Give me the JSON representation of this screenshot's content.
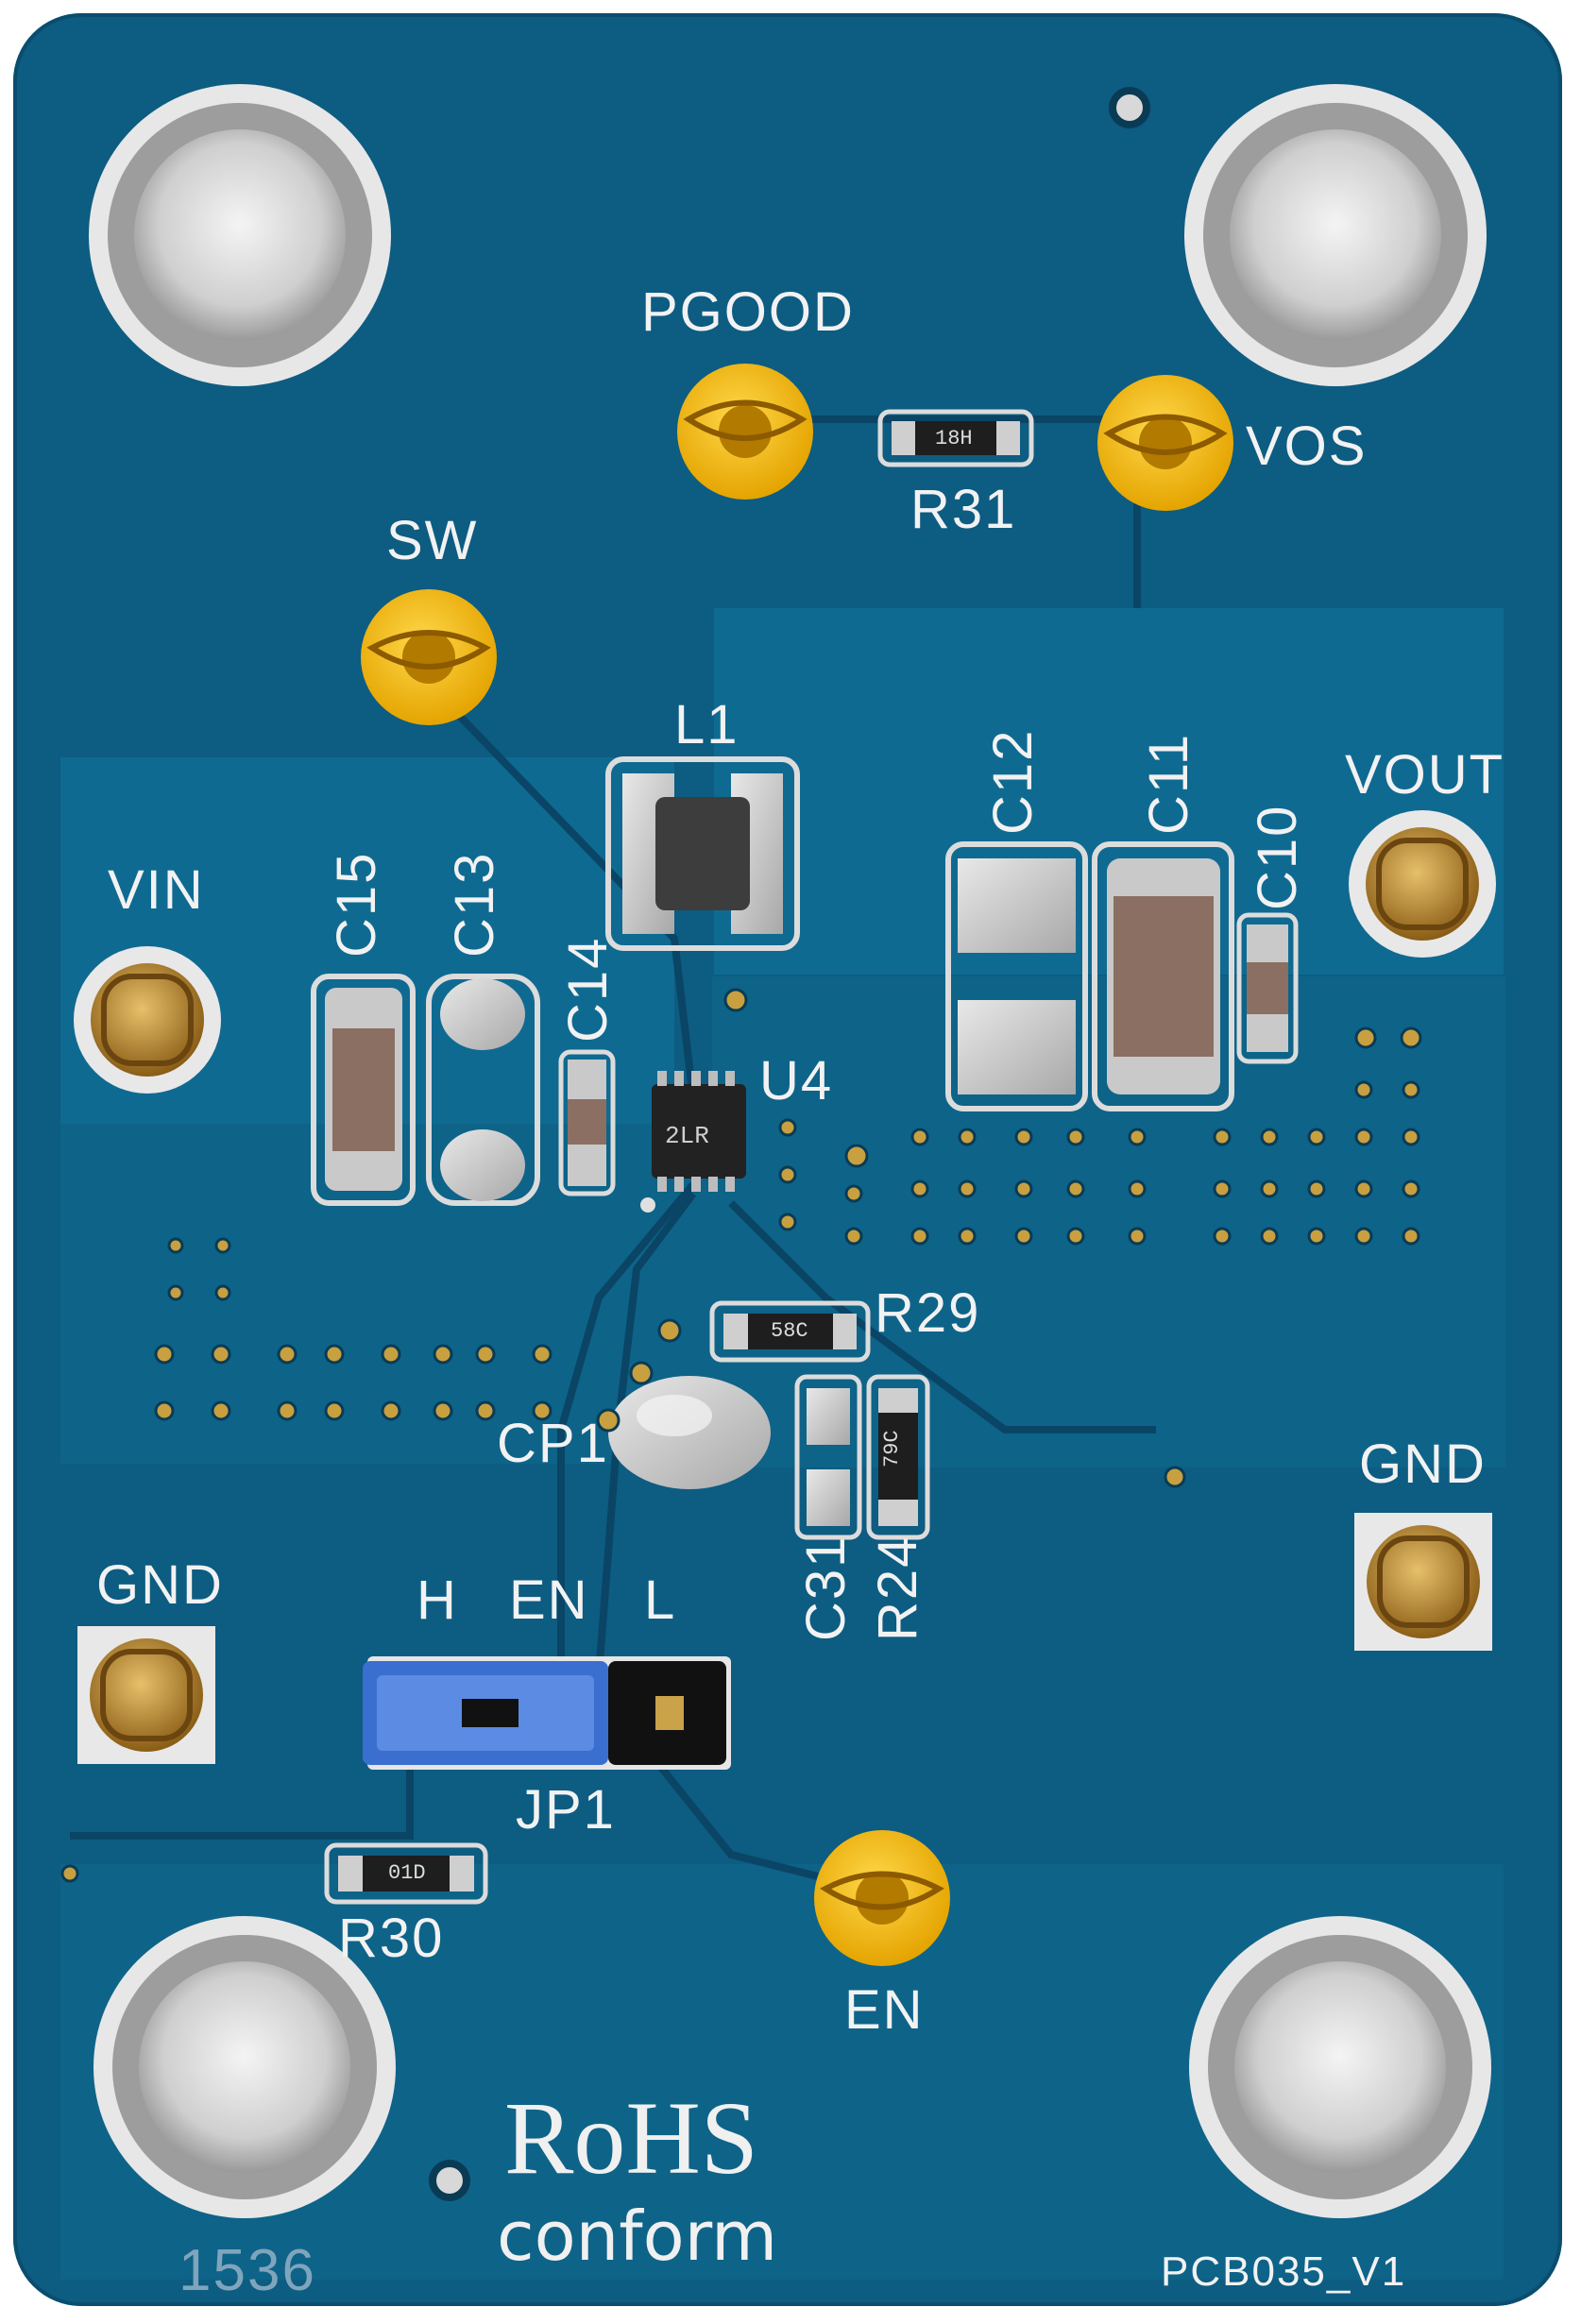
{
  "board": {
    "colors": {
      "pcb": "#0d5c82",
      "copper_pour": "#0f6a92",
      "silkscreen": "#f2f2f2",
      "pad_silver": "#c8c8c8",
      "test_point_yellow": "#f2b800",
      "connector_gold": "#b8862b",
      "jumper_blue": "#3a6fd0",
      "jumper_black": "#111111"
    },
    "labels": {
      "pgood": "PGOOD",
      "vos": "VOS",
      "r31": "R31",
      "r31_mark": "18H",
      "sw": "SW",
      "l1": "L1",
      "c12": "C12",
      "c11": "C11",
      "c10": "C10",
      "vout": "VOUT",
      "vin": "VIN",
      "c15": "C15",
      "c13": "C13",
      "c14": "C14",
      "u4": "U4",
      "u4_mark": "2LR",
      "r29": "R29",
      "r29_mark": "58C",
      "cp1": "CP1",
      "c31": "C31",
      "r24": "R24",
      "r24_mark": "79C",
      "gnd_right": "GND",
      "gnd_left": "GND",
      "h": "H",
      "en_jumper": "EN",
      "l": "L",
      "jp1": "JP1",
      "r30": "R30",
      "r30_mark": "01D",
      "en": "EN",
      "rohs": "RoHS",
      "conform": "conform",
      "lot": "1536",
      "pcb_version": "PCB035_V1"
    }
  }
}
